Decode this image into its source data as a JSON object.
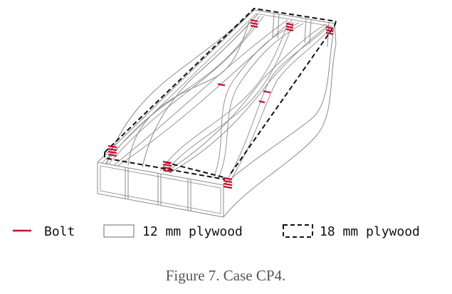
{
  "legend": {
    "bolt": {
      "label": "Bolt",
      "color": "#c8102e"
    },
    "ply12": {
      "label": "12 mm plywood",
      "color": "#6b6b6b"
    },
    "ply18": {
      "label": "18 mm plywood",
      "color": "#111111"
    }
  },
  "caption": "Figure 7. Case CP4.",
  "colors": {
    "thin_line": "#8a8a8a",
    "dash_line": "#111111",
    "bolt": "#c8102e"
  }
}
